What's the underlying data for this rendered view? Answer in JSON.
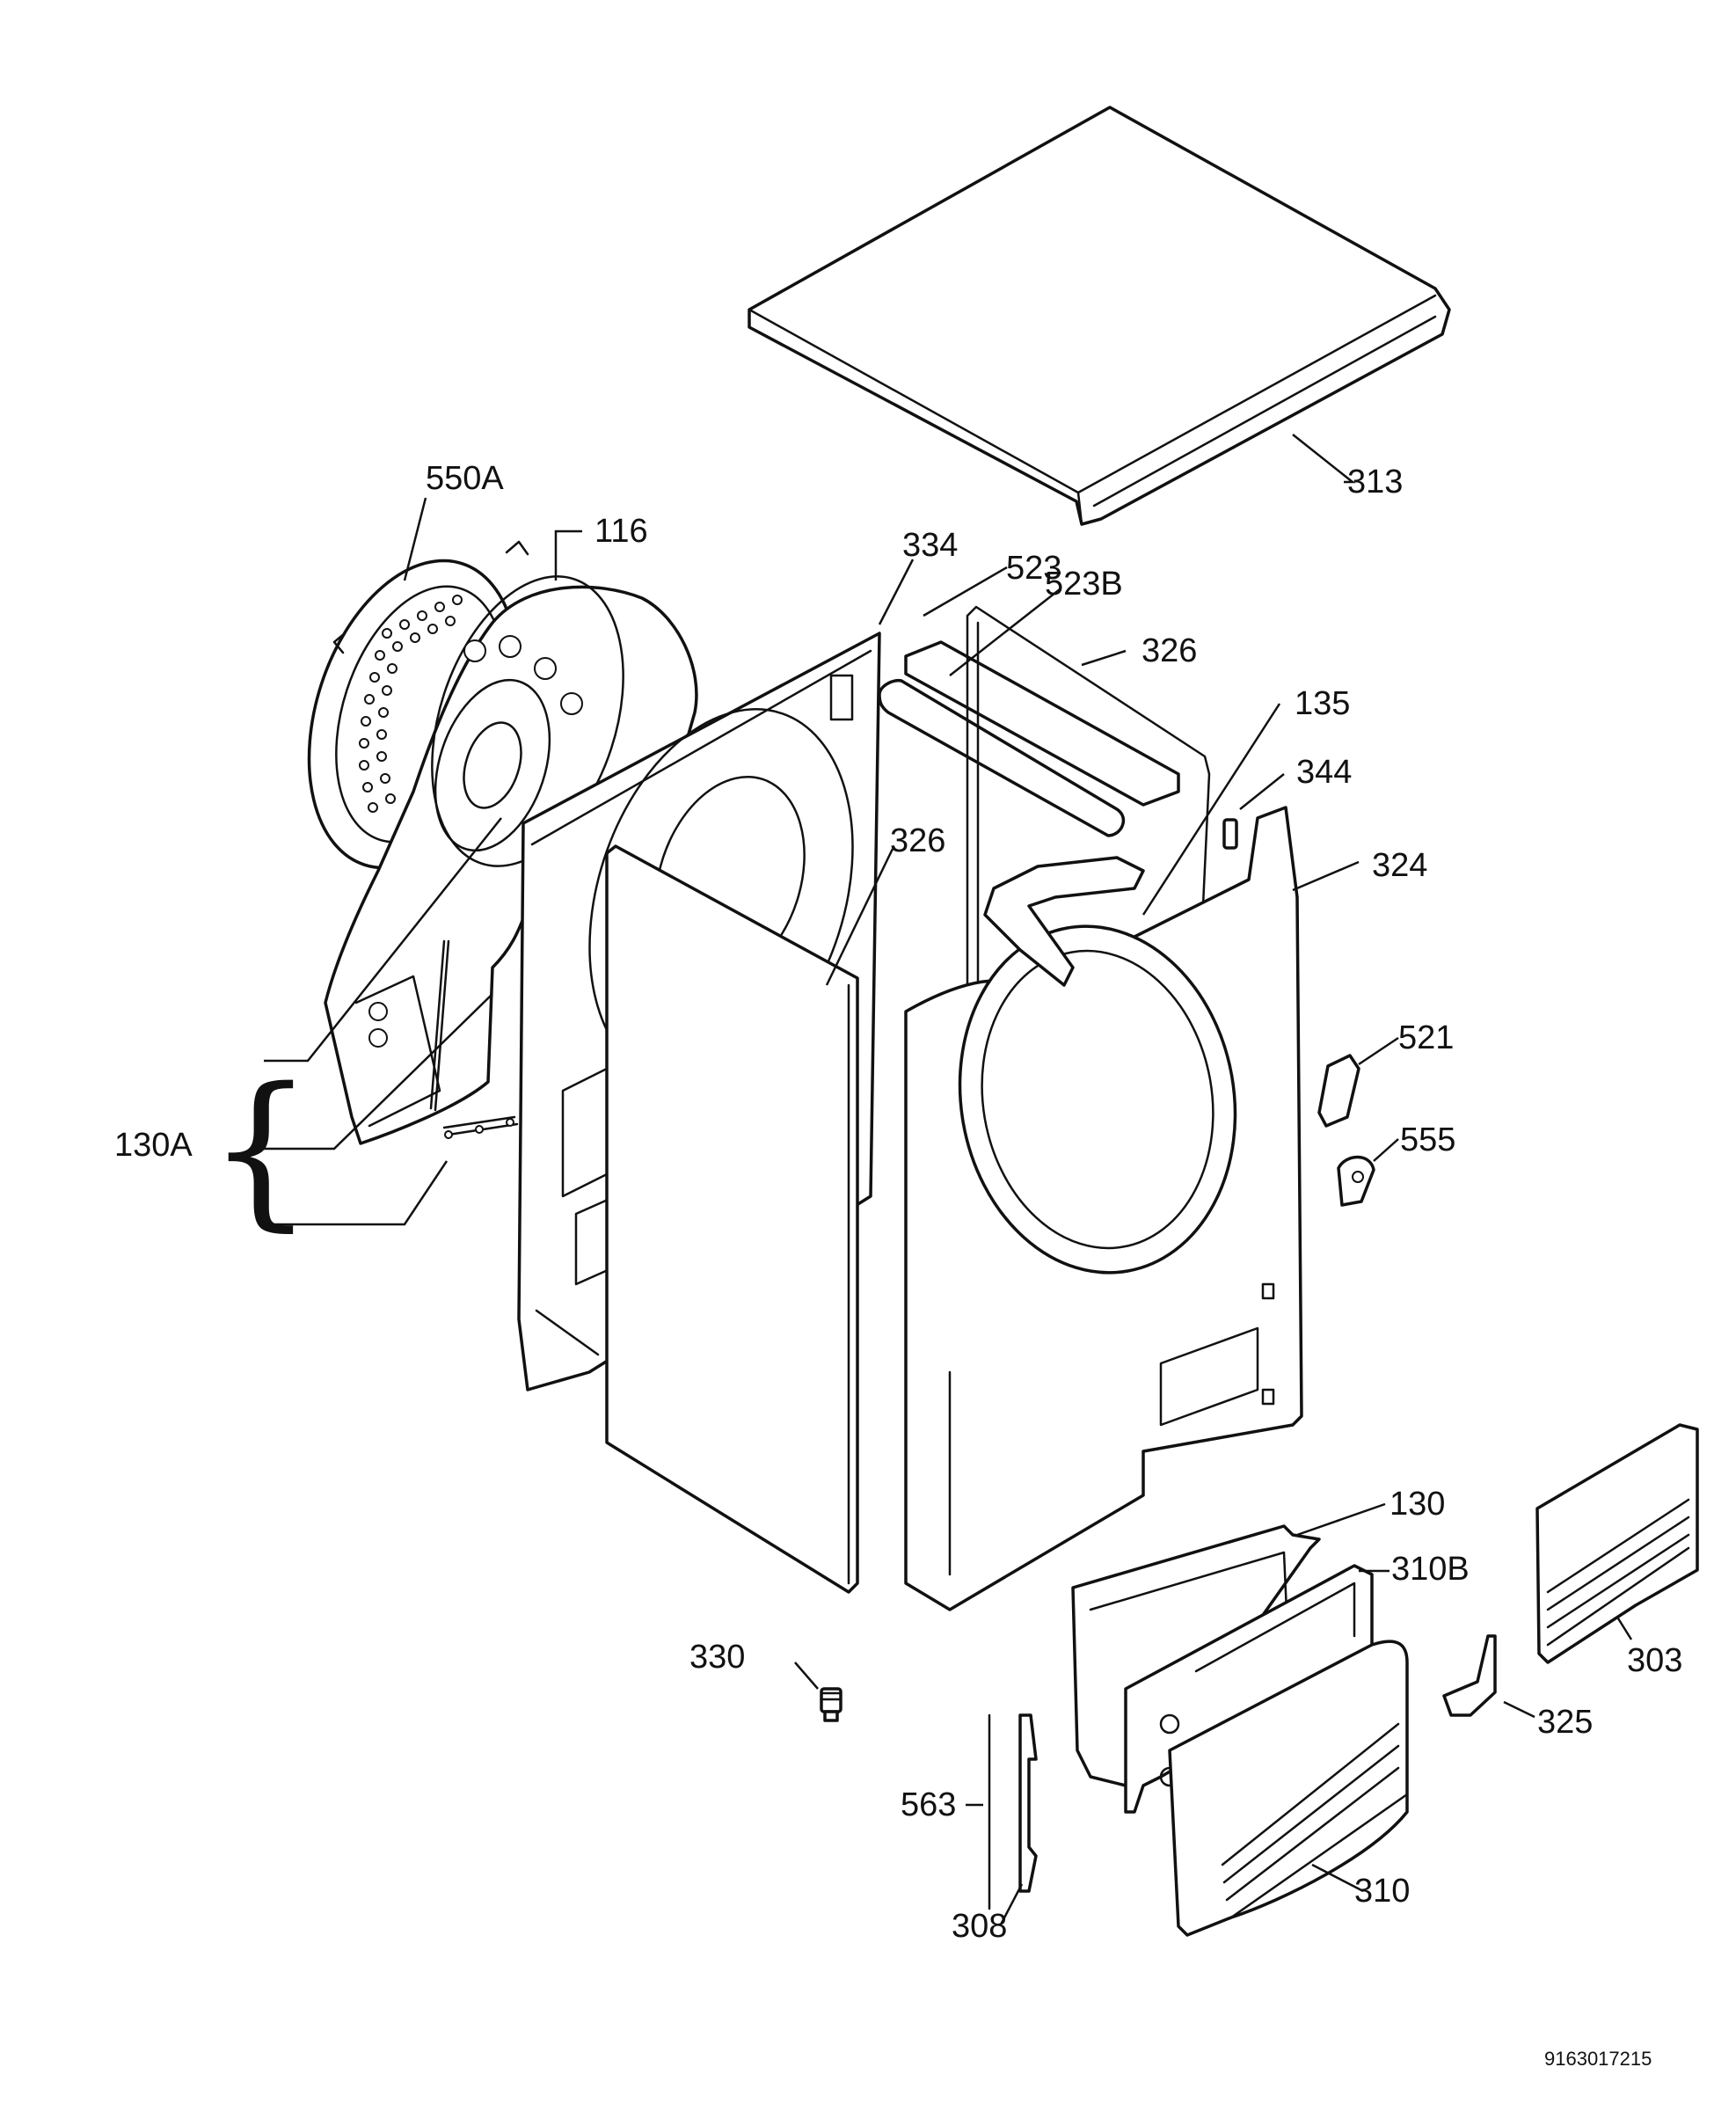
{
  "diagram": {
    "document_number": "9163017215",
    "group_label": "130A",
    "callouts": {
      "c313": "313",
      "c550A": "550A",
      "c116": "116",
      "c334": "334",
      "c523": "523",
      "c523B": "523B",
      "c326_top": "326",
      "c135": "135",
      "c344": "344",
      "c324": "324",
      "c326_mid": "326",
      "c521": "521",
      "c555": "555",
      "c130": "130",
      "c310B": "310B",
      "c303": "303",
      "c330": "330",
      "c325": "325",
      "c563": "563",
      "c308": "308",
      "c310": "310"
    }
  }
}
